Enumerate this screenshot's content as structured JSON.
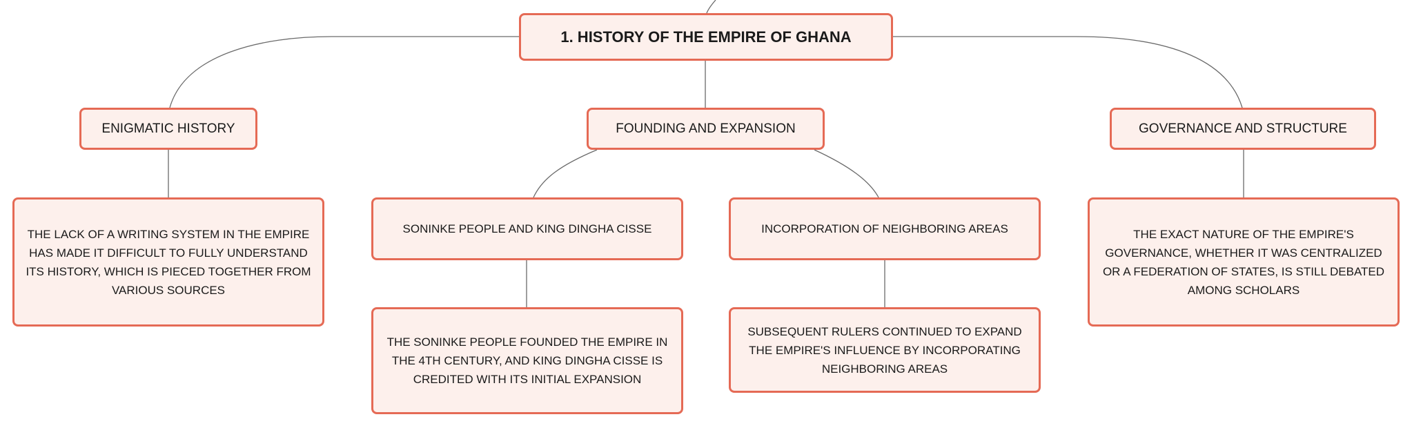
{
  "map": {
    "root": {
      "label": "1. HISTORY OF THE EMPIRE OF GHANA"
    },
    "branches": [
      {
        "label": "ENIGMATIC HISTORY",
        "children": [
          {
            "label": "THE LACK OF A WRITING SYSTEM IN THE EMPIRE HAS MADE IT DIFFICULT TO FULLY UNDERSTAND ITS HISTORY, WHICH IS PIECED TOGETHER FROM VARIOUS SOURCES"
          }
        ]
      },
      {
        "label": "FOUNDING AND EXPANSION",
        "children": [
          {
            "label": "SONINKE PEOPLE AND KING DINGHA CISSE",
            "detail": "THE SONINKE PEOPLE FOUNDED THE EMPIRE IN THE 4TH CENTURY, AND KING DINGHA CISSE IS CREDITED WITH ITS INITIAL EXPANSION"
          },
          {
            "label": "INCORPORATION OF NEIGHBORING AREAS",
            "detail": "SUBSEQUENT RULERS CONTINUED TO EXPAND THE EMPIRE'S INFLUENCE BY INCORPORATING NEIGHBORING AREAS"
          }
        ]
      },
      {
        "label": "GOVERNANCE AND STRUCTURE",
        "children": [
          {
            "label": "THE EXACT NATURE OF THE EMPIRE'S GOVERNANCE, WHETHER IT WAS CENTRALIZED OR A FEDERATION OF STATES, IS STILL DEBATED AMONG SCHOLARS"
          }
        ]
      }
    ]
  },
  "colors": {
    "node_border": "#e56a55",
    "node_fill": "#fdf0ec",
    "connector": "#6a6a6a"
  }
}
